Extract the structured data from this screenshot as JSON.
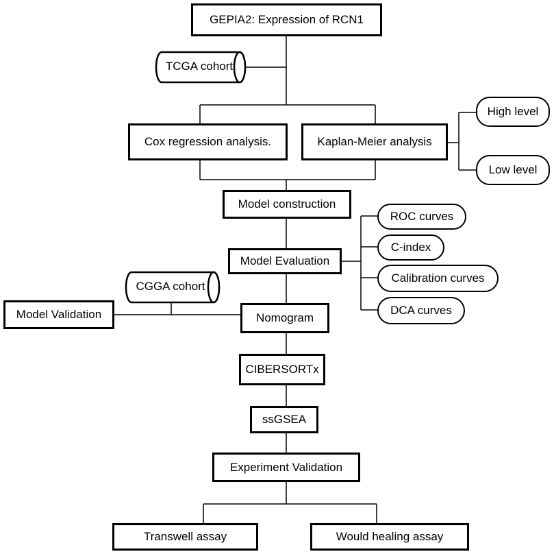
{
  "nodes": {
    "gepia": "GEPIA2: Expression of RCN1",
    "tcga": "TCGA cohort",
    "cox": "Cox regression analysis.",
    "km": "Kaplan-Meier analysis",
    "high": "High level",
    "low": "Low level",
    "model_construction": "Model construction",
    "roc": "ROC curves",
    "cindex": "C-index",
    "model_evaluation": "Model Evaluation",
    "calibration": "Calibration curves",
    "cgga": "CGGA cohort",
    "dca": "DCA curves",
    "model_validation": "Model Validation",
    "nomogram": "Nomogram",
    "cibersort": "CIBERSORTx",
    "ssgsea": "ssGSEA",
    "experiment": "Experiment Validation",
    "transwell": "Transwell assay",
    "healing": "Would healing assay"
  }
}
